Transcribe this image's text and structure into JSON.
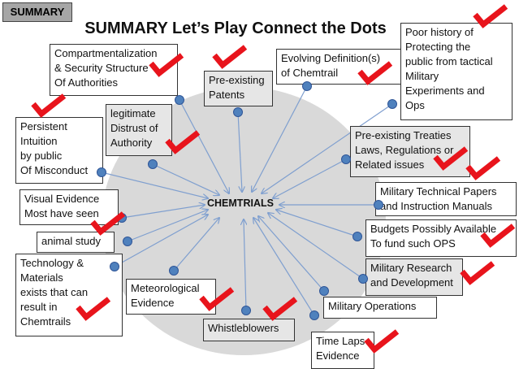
{
  "tag_label": "SUMMARY",
  "title": "SUMMARY  Let’s Play Connect the Dots",
  "center_label": "CHEMTRIALS",
  "colors": {
    "ellipse": "#d9d9d9",
    "connector": "#7f9fcf",
    "dot": "#4f81bd",
    "checkmark": "#e8141c"
  },
  "icons": {
    "checkmark": "red-checkmark-icon",
    "dot": "blue-dot-icon"
  },
  "nodes": [
    {
      "text": "Compartmentalization\n& Security Structure\nOf Authorities"
    },
    {
      "text": "Pre-existing\nPatents"
    },
    {
      "text": "Evolving Definition(s)\nof Chemtrail"
    },
    {
      "text": "Poor history of\nProtecting the\npublic from tactical\nMilitary\nExperiments and\nOps"
    },
    {
      "text": "legitimate\nDistrust of\nAuthority"
    },
    {
      "text": "Persistent\nIntuition\nby public\nOf Misconduct"
    },
    {
      "text": "Pre-existing Treaties\nLaws, Regulations or\nRelated issues"
    },
    {
      "text": "Military Technical Papers\nand  Instruction Manuals"
    },
    {
      "text": "Visual Evidence\nMost have seen"
    },
    {
      "text": "Budgets Possibly Available\nTo fund such OPS"
    },
    {
      "text": "animal study"
    },
    {
      "text": "Technology &\nMaterials\nexists that can\nresult in\nChemtrails"
    },
    {
      "text": "Military Research\nand Development"
    },
    {
      "text": "Meteorological\nEvidence"
    },
    {
      "text": "Military Operations"
    },
    {
      "text": "Whistleblowers"
    },
    {
      "text": "Time Laps\nEvidence"
    }
  ]
}
